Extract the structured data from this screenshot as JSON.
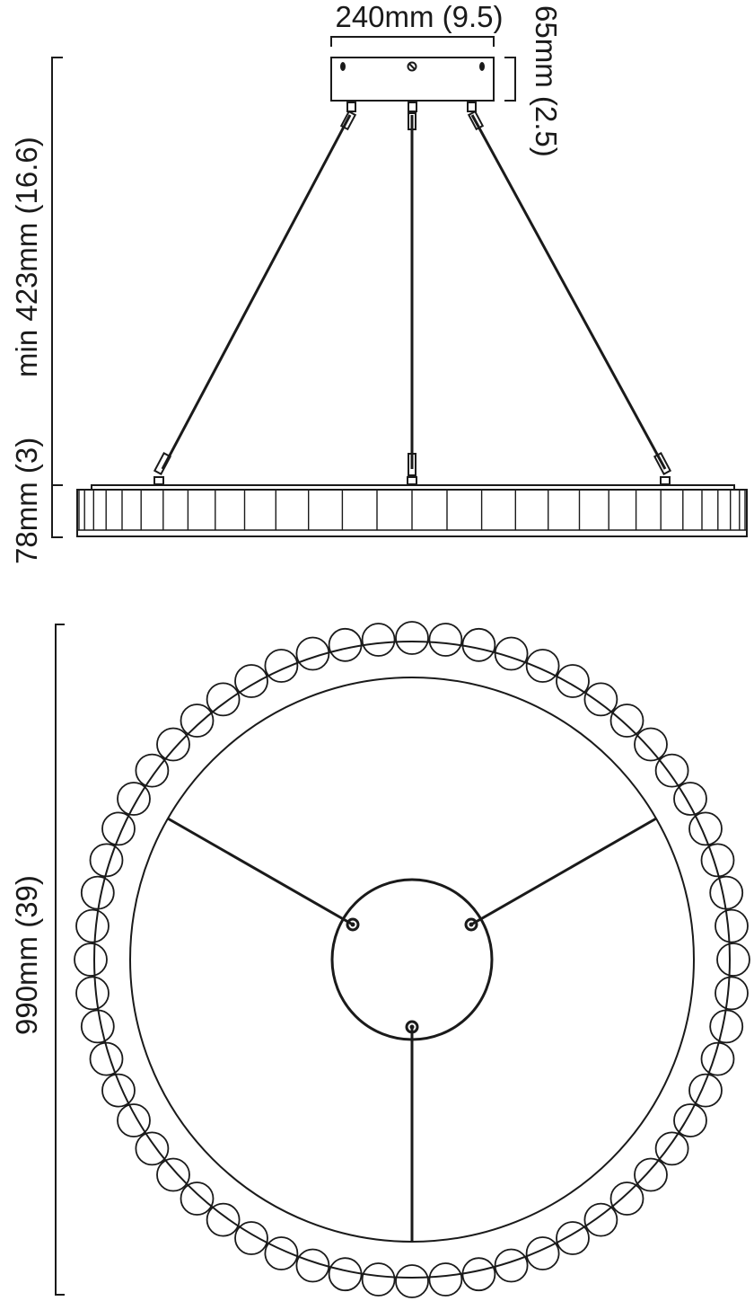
{
  "dimensions": {
    "canopy_width": "240mm (9.5)",
    "canopy_height": "65mm (2.5)",
    "min_drop": "min 423mm (16.6)",
    "ring_height": "78mm (3)",
    "diameter": "990mm (39)"
  },
  "colors": {
    "line": "#1a1a1a",
    "background": "#ffffff"
  }
}
